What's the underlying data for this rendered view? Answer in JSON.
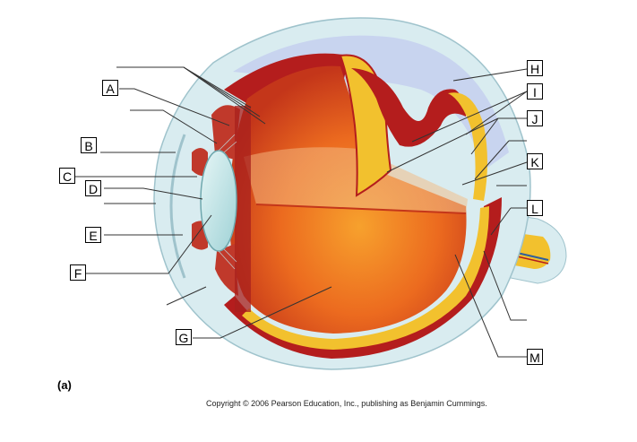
{
  "labels": {
    "A": "A",
    "B": "B",
    "C": "C",
    "D": "D",
    "E": "E",
    "F": "F",
    "G": "G",
    "H": "H",
    "I": "I",
    "J": "J",
    "K": "K",
    "L": "L",
    "M": "M"
  },
  "panel_tag": "(a)",
  "copyright": "Copyright © 2006 Pearson Education, Inc., publishing as Benjamin Cummings.",
  "colors": {
    "sclera": "#d9ecf0",
    "sclera_edge": "#9fc3cc",
    "choroid": "#b41d1d",
    "retina": "#f2c12e",
    "interior": "#e8541c",
    "lens": "#bfe3e6",
    "aqueous": "#c8d4ef"
  }
}
